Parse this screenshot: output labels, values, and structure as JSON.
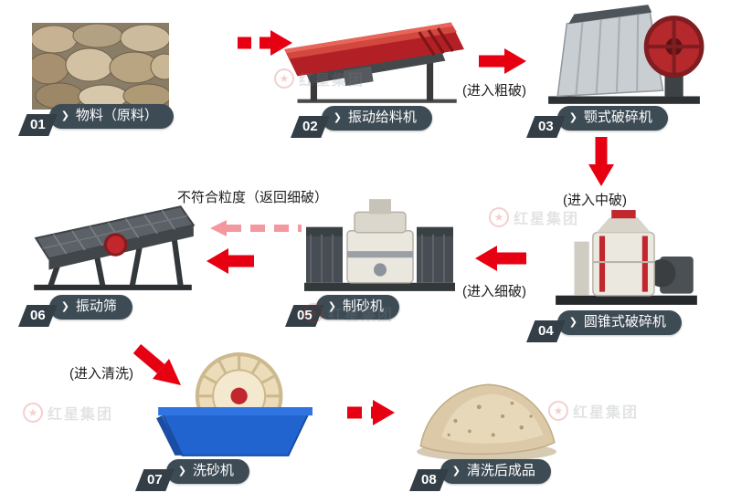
{
  "watermark": {
    "text": "红星集团"
  },
  "colors": {
    "arrow": "#e60012",
    "label_bg": "#3d4b55",
    "badge_bg": "#333e46"
  },
  "steps": {
    "s01": {
      "num": "01",
      "label": "物料（原料）"
    },
    "s02": {
      "num": "02",
      "label": "振动给料机"
    },
    "s03": {
      "num": "03",
      "label": "颚式破碎机"
    },
    "s04": {
      "num": "04",
      "label": "圆锥式破碎机"
    },
    "s05": {
      "num": "05",
      "label": "制砂机"
    },
    "s06": {
      "num": "06",
      "label": "振动筛"
    },
    "s07": {
      "num": "07",
      "label": "洗砂机"
    },
    "s08": {
      "num": "08",
      "label": "清洗后成品"
    }
  },
  "annotations": {
    "to_coarse": "(进入粗破)",
    "to_medium": "(进入中破)",
    "to_fine": "(进入细破)",
    "return_fine": "不符合粒度（返回细破）",
    "to_wash": "(进入清洗)"
  }
}
